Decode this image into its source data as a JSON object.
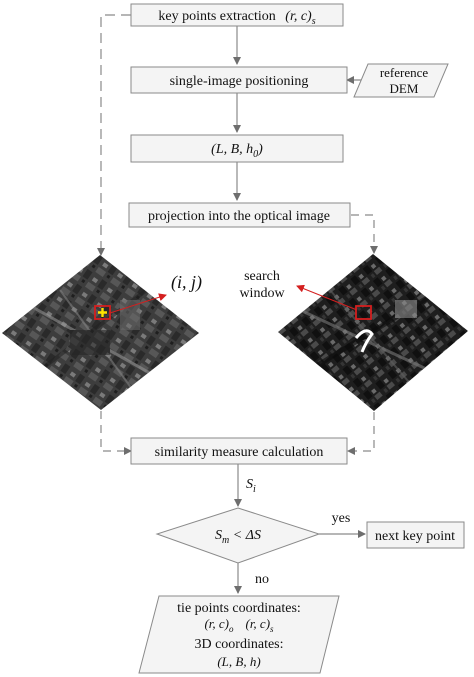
{
  "steps": {
    "keypoints": "key points extraction",
    "keypoints_math": "(r, c)",
    "keypoints_sub": "s",
    "positioning": "single-image positioning",
    "coords_math": "(L, B, h",
    "coords_sub": "0",
    "coords_close": ")",
    "projection": "projection into the optical image",
    "similarity": "similarity measure calculation"
  },
  "reference_dem": {
    "line1": "reference",
    "line2": "DEM"
  },
  "images": {
    "left_label": "(i, j)",
    "right_label_line1": "search",
    "right_label_line2": "window"
  },
  "score": {
    "symbol": "S",
    "sub": "i"
  },
  "decision": {
    "lhs": "S",
    "lhs_sub": "m",
    "rel": " < ΔS",
    "yes": "yes",
    "no": "no"
  },
  "next": "next key point",
  "output": {
    "line1": "tie points coordinates:",
    "line2a": "(r, c)",
    "line2a_sub": "o",
    "line2b": "(r, c)",
    "line2b_sub": "s",
    "line3": "3D coordinates:",
    "line4": "(L, B, h)"
  },
  "colors": {
    "box_fill": "#f4f4f4",
    "stroke": "#8a8a8a",
    "arrow": "#6e6e6e",
    "marker": "#d41f1f",
    "cross": "#ffe400"
  }
}
